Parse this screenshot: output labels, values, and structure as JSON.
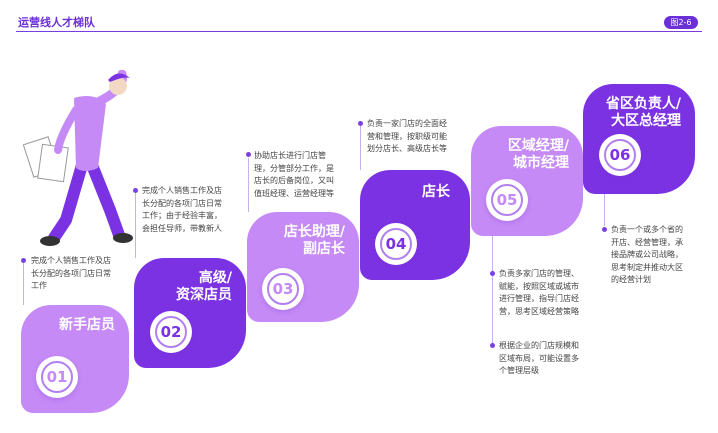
{
  "header": {
    "title": "运营线人才梯队",
    "badge": "图2-6"
  },
  "steps": [
    {
      "num": "01",
      "title": "新手店员",
      "color": "#c58af6",
      "desc": "完成个人销售工作及店\n长分配的各项门店日常\n工作"
    },
    {
      "num": "02",
      "title": "高级/\n资深店员",
      "color": "#7b32e3",
      "desc": "完成个人销售工作及店\n长分配的各项门店日常\n工作；由于经验丰富，\n会担任导师，带教新人"
    },
    {
      "num": "03",
      "title": "店长助理/\n副店长",
      "color": "#c58af6",
      "desc": "协助店长进行门店管\n理，分管部分工作，是\n店长的后备岗位，又叫\n值班经理、运营经理等"
    },
    {
      "num": "04",
      "title": "店长",
      "color": "#7b32e3",
      "desc": "负责一家门店的全面经\n营和管理，按职级可能\n划分店长、高级店长等"
    },
    {
      "num": "05",
      "title": "区域经理/\n城市经理",
      "color": "#c58af6",
      "desc": "负责多家门店的管理、\n赋能，按照区域或城市\n进行管理，指导门店经\n营，思考区域经营策略",
      "desc2": "根据企业的门店规模和\n区域布局，可能设置多\n个管理层级"
    },
    {
      "num": "06",
      "title": "省区负责人/\n大区总经理",
      "color": "#7b32e3",
      "desc": "负责一个或多个省的\n开店、经营管理，承\n接品牌或公司战略，\n思考制定并推动大区\n的经营计划"
    }
  ],
  "palette": {
    "light": "#c58af6",
    "dark": "#7b32e3",
    "accent": "#6a2fd6"
  }
}
